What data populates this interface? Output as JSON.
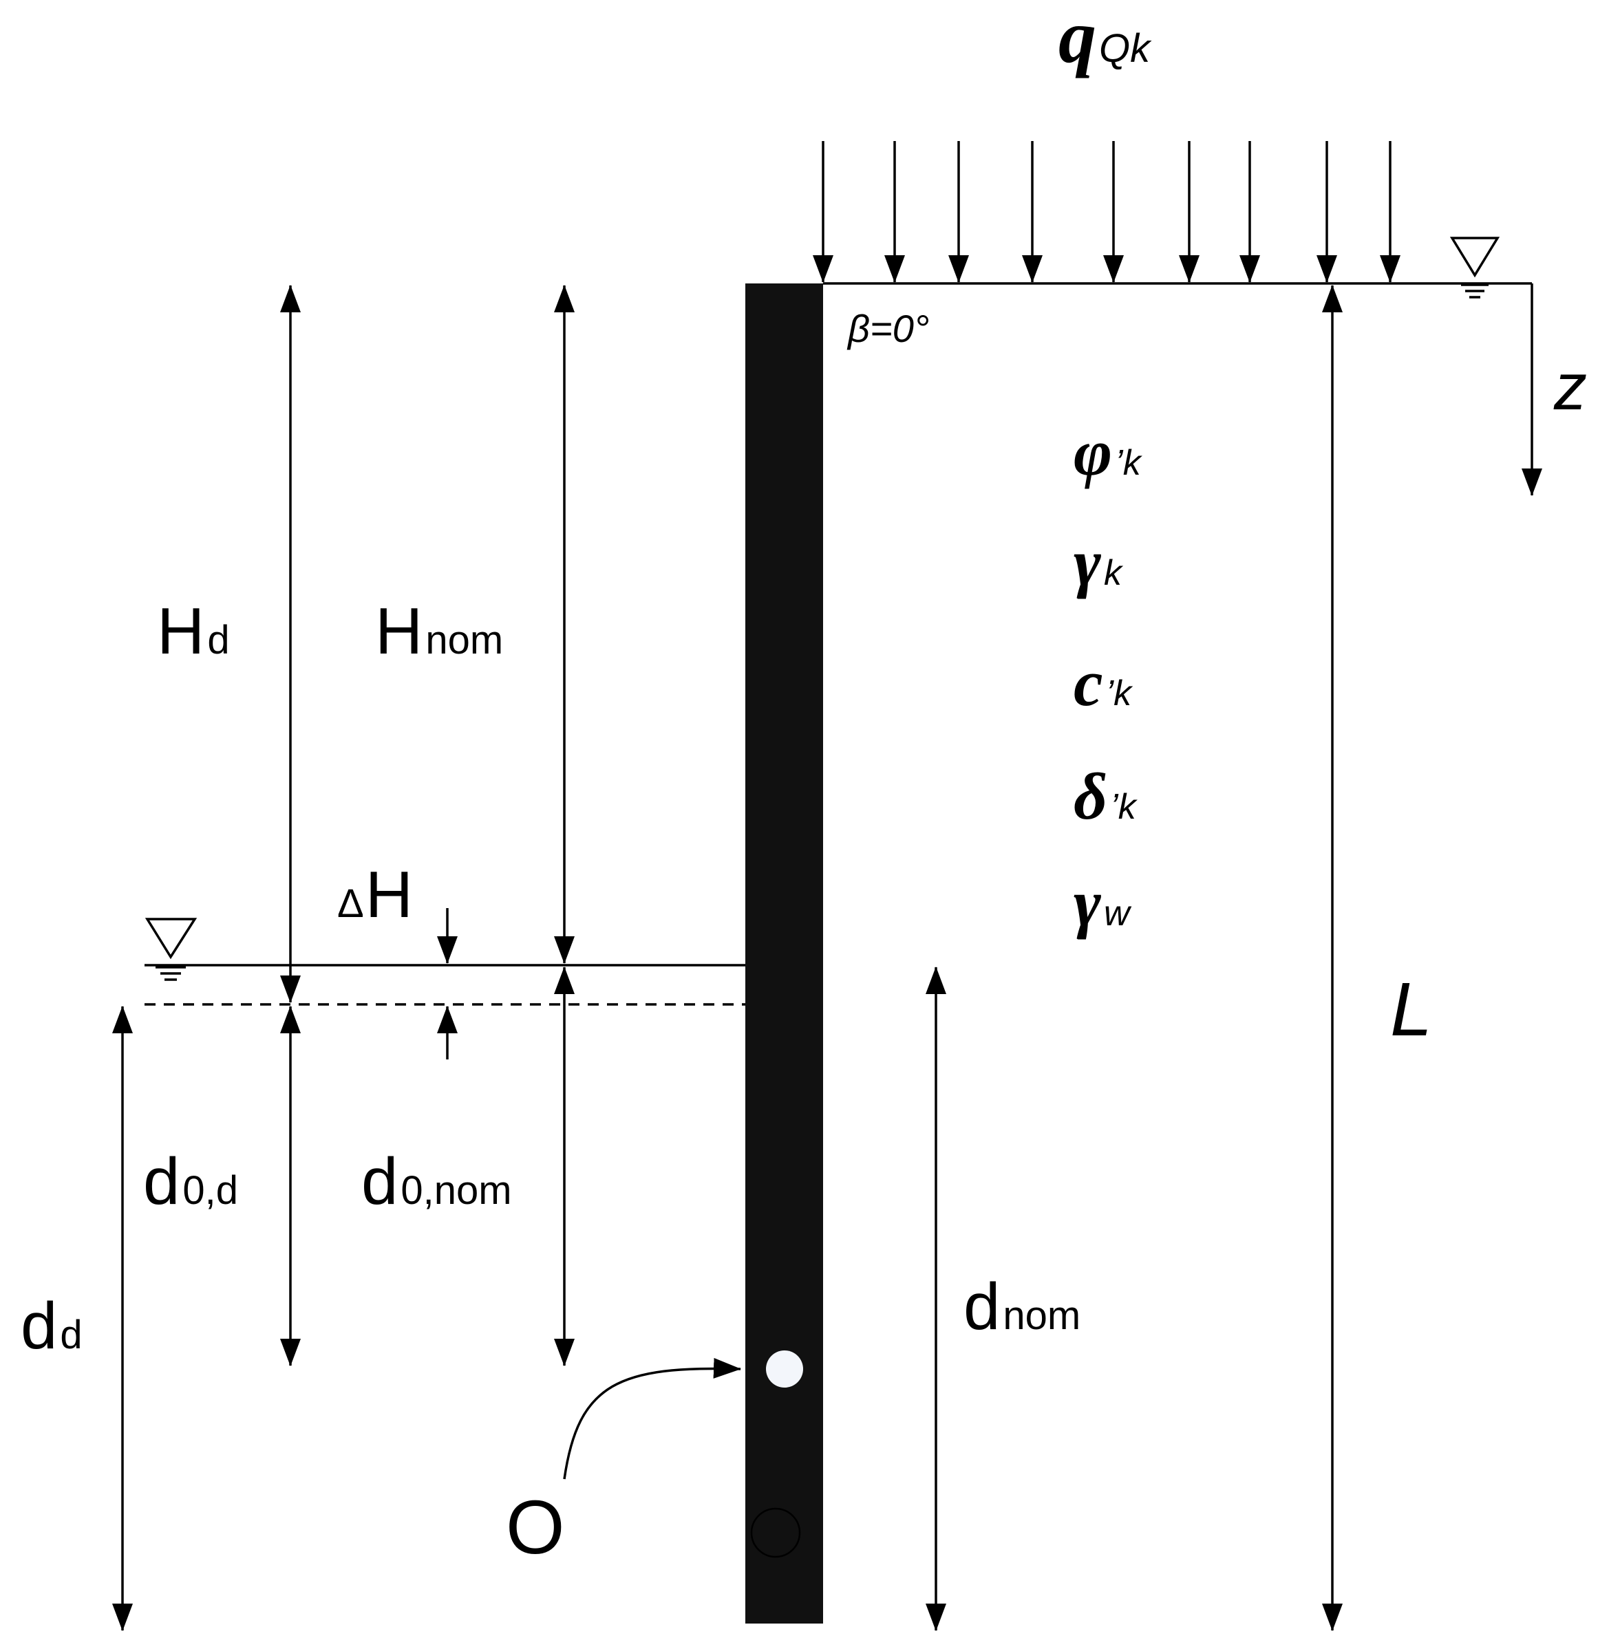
{
  "load": {
    "symbol": "q",
    "subscript": "Qk"
  },
  "surface": {
    "slope": "β=0°"
  },
  "axis": {
    "label": "z"
  },
  "parameters": [
    {
      "symbol": "φ",
      "subscript": "’k"
    },
    {
      "symbol": "γ",
      "subscript": "k"
    },
    {
      "symbol": "c",
      "subscript": "’k"
    },
    {
      "symbol": "δ",
      "subscript": "’k"
    },
    {
      "symbol": "γ",
      "subscript": "w"
    }
  ],
  "dimensions": {
    "H_d": {
      "main": "H",
      "sub": "d"
    },
    "H_nom": {
      "main": "H",
      "sub": "nom"
    },
    "delta_H": {
      "prefix": "Δ",
      "main": "H"
    },
    "d0_d": {
      "main": "d",
      "sub": "0,d"
    },
    "d0_nom": {
      "main": "d",
      "sub": "0,nom"
    },
    "d_d": {
      "main": "d",
      "sub": "d"
    },
    "d_nom": {
      "main": "d",
      "sub": "nom"
    },
    "L": {
      "main": "L"
    }
  },
  "pivot": {
    "label": "O"
  }
}
